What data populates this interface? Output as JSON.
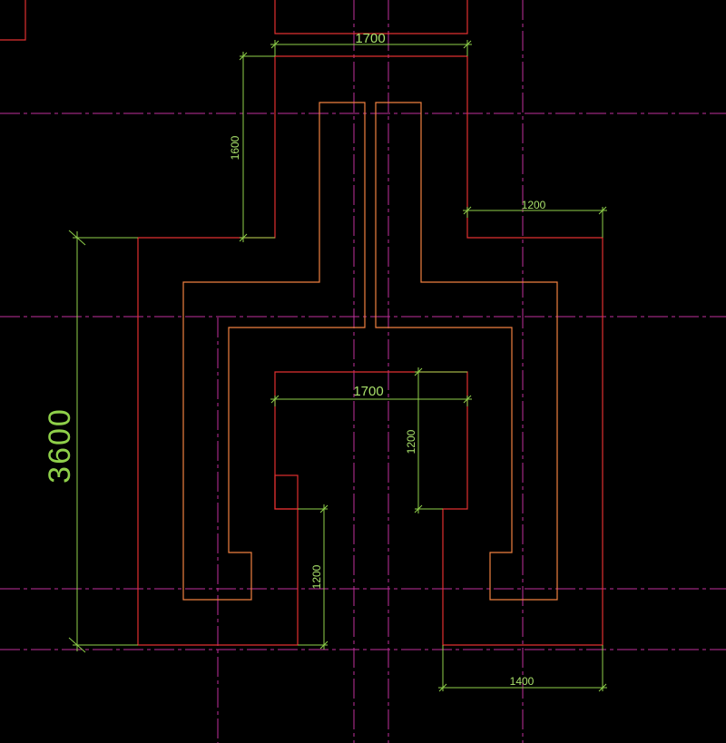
{
  "colors": {
    "background": "#000000",
    "axis": "#c0309c",
    "wall": "#e03030",
    "pedestal": "#f08040",
    "dimension": "#8fd04a"
  },
  "dimensions": {
    "top_width": "1700",
    "top_height": "1600",
    "right_offset": "1200",
    "left_height": "3600",
    "inner_width": "1700",
    "inner_height": "1200",
    "left_step": "1200",
    "bottom_width": "1400"
  }
}
